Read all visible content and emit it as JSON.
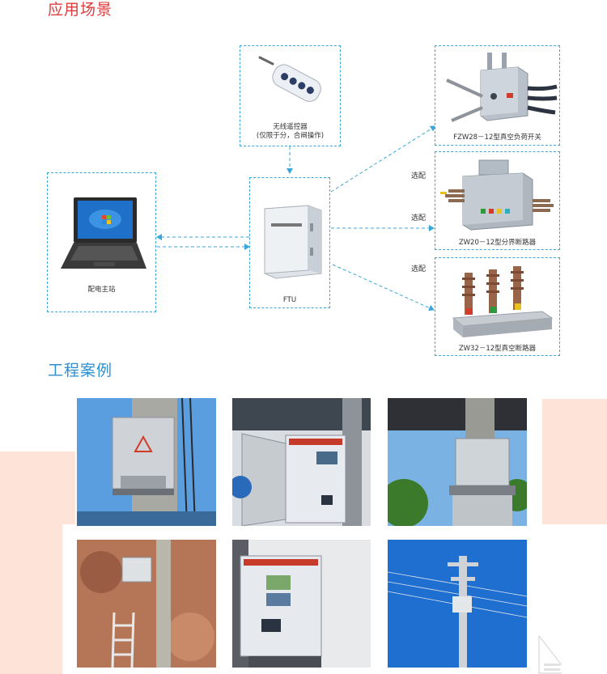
{
  "headings": {
    "application": "应用场景",
    "cases": "工程案例"
  },
  "diagram": {
    "remote": {
      "line1": "无线遥控器",
      "line2": "(仅限于分，合闸操作)"
    },
    "pc": {
      "label": "配电主站"
    },
    "ftu": {
      "label": "FTU"
    },
    "fzw28": {
      "label": "FZW28－12型真空负荷开关"
    },
    "zw20": {
      "label": "ZW20－12型分界断路器"
    },
    "zw32": {
      "label": "ZW32－12型真空断路器"
    },
    "options": [
      "选配",
      "选配",
      "选配"
    ]
  },
  "colors": {
    "accent": "#3aa6d8",
    "heading_red": "#e03a3a",
    "heading_blue": "#2b8fd0",
    "deco_peach": "#fde3d8"
  }
}
